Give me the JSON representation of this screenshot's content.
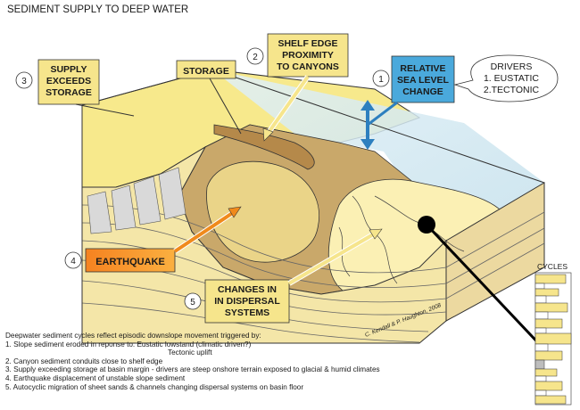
{
  "title": "SEDIMENT SUPPLY TO DEEP WATER",
  "callouts": {
    "supply": {
      "num": "3",
      "lines": [
        "SUPPLY",
        "EXCEEDS",
        "STORAGE"
      ]
    },
    "storage": {
      "lines": [
        "STORAGE"
      ]
    },
    "shelf_edge": {
      "num": "2",
      "lines": [
        "SHELF EDGE",
        "PROXIMITY",
        "TO CANYONS"
      ]
    },
    "sea_level": {
      "num": "1",
      "lines": [
        "RELATIVE",
        "SEA LEVEL",
        "CHANGE"
      ]
    },
    "drivers": {
      "lines": [
        "DRIVERS",
        "1. EUSTATIC",
        "2.TECTONIC"
      ]
    },
    "earthquake": {
      "num": "4",
      "lines": [
        "EARTHQUAKE"
      ]
    },
    "dispersal": {
      "num": "5",
      "lines": [
        "CHANGES IN",
        "IN DISPERSAL",
        "SYSTEMS"
      ]
    }
  },
  "cycles_label": "CYCLES",
  "credit": "C. Kendall & P. Haughton, 2008",
  "caption": {
    "intro": "Deepwater sediment cycles reflect episodic downslope movement triggered by:",
    "items": [
      "1.  Slope sediment eroded in reponse to: Eustatic lowstand (climatic driven?)",
      "Tectonic uplift",
      "2.  Canyon sediment conduits close to shelf edge",
      "3.  Supply exceeding storage at basin margin - drivers are steep onshore terrain exposed to glacial & humid climates",
      "4.  Earthquake displacement of unstable slope sediment",
      "5.  Autocyclic migration of sheet sands & channels changing dispersal systems on basin floor"
    ]
  },
  "colors": {
    "shelf": "#f7e98c",
    "slope": "#c9a86a",
    "basin_fan": "#fbf0b4",
    "water": "#cfe6f0",
    "sea_level_box": "#4aa9dc",
    "earthquake": "#f08a1c",
    "label_box": "#f6e58c"
  }
}
